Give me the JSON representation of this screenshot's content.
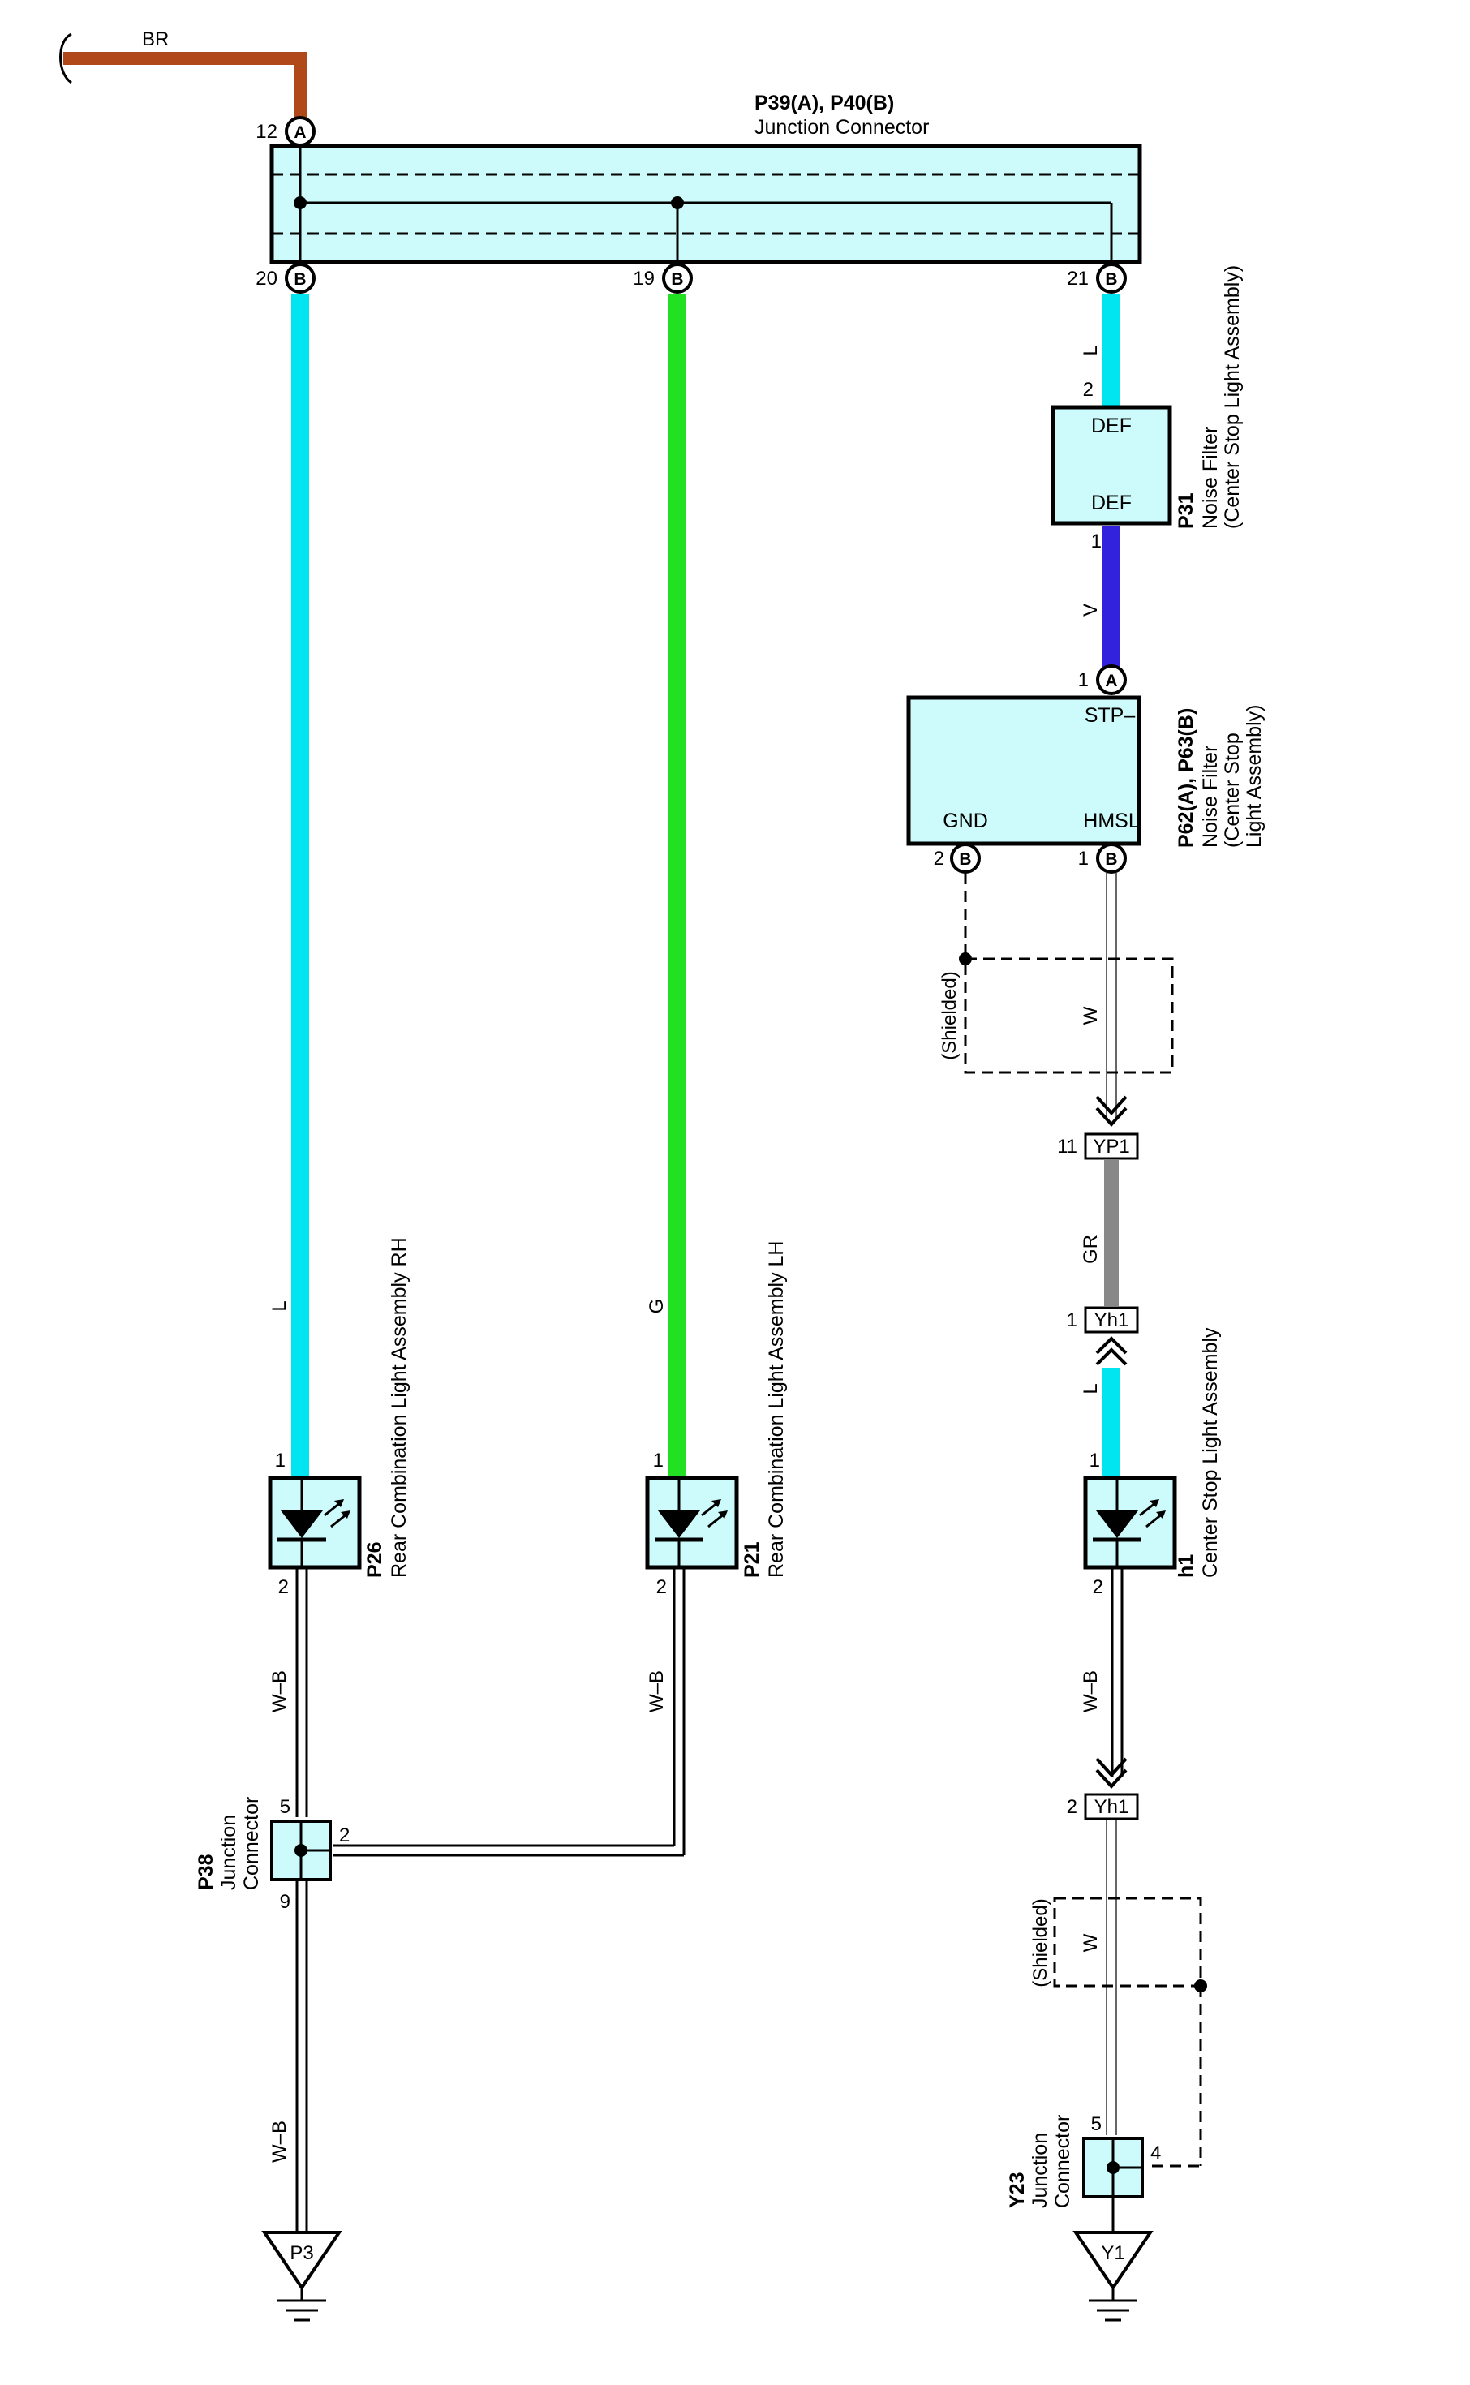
{
  "colors": {
    "brown": "#b0481a",
    "light_blue": "#00e5ef",
    "green": "#22e022",
    "violet": "#3322dd",
    "gray": "#888888",
    "box_fill": "#cdfbfb"
  },
  "top_wire": {
    "color_code": "BR"
  },
  "junction_connector_top": {
    "id": "P39(A), P40(B)",
    "name": "Junction Connector",
    "pin_a_num": "12",
    "pin_a": "A",
    "pin_20_num": "20",
    "pin_19_num": "19",
    "pin_21_num": "21",
    "pin_b": "B"
  },
  "wires": {
    "rh_top": "L",
    "lh_top": "G",
    "right_upper": "L",
    "violet": "V",
    "shielded_w1": "W",
    "gr": "GR",
    "l_lower": "L",
    "rh_bottom": "W–B",
    "lh_bottom": "W–B",
    "p38_bottom": "W–B",
    "h1_bottom": "W–B",
    "shielded_w2": "W"
  },
  "shielded_label": "(Shielded)",
  "p31": {
    "id": "P31",
    "name_line1": "Noise Filter",
    "name_line2": "(Center Stop Light Assembly)",
    "term_top": "DEF",
    "term_bottom": "DEF",
    "pin_top": "2",
    "pin_bottom": "1"
  },
  "p62": {
    "id": "P62(A), P63(B)",
    "name_line1": "Noise Filter",
    "name_line2": "(Center Stop",
    "name_line3": "Light Assembly)",
    "term_stp": "STP–",
    "term_gnd": "GND",
    "term_hmsl": "HMSL",
    "pin_a_num": "1",
    "pin_a": "A",
    "pin_gnd_num": "2",
    "pin_hmsl_num": "1",
    "pin_b": "B"
  },
  "yp1": {
    "label": "YP1",
    "pin": "11"
  },
  "yh1_top": {
    "label": "Yh1",
    "pin": "1"
  },
  "yh1_bottom": {
    "label": "Yh1",
    "pin": "2"
  },
  "p26": {
    "id": "P26",
    "name": "Rear Combination Light Assembly RH",
    "pin1": "1",
    "pin2": "2"
  },
  "p21": {
    "id": "P21",
    "name": "Rear Combination Light Assembly LH",
    "pin1": "1",
    "pin2": "2"
  },
  "h1": {
    "id": "h1",
    "name": "Center Stop Light Assembly",
    "pin1": "1",
    "pin2": "2"
  },
  "p38": {
    "id": "P38",
    "name_line1": "Junction",
    "name_line2": "Connector",
    "pin5": "5",
    "pin2": "2",
    "pin9": "9"
  },
  "y23": {
    "id": "Y23",
    "name_line1": "Junction",
    "name_line2": "Connector",
    "pin5": "5",
    "pin4": "4"
  },
  "ground_p3": "P3",
  "ground_y1": "Y1"
}
